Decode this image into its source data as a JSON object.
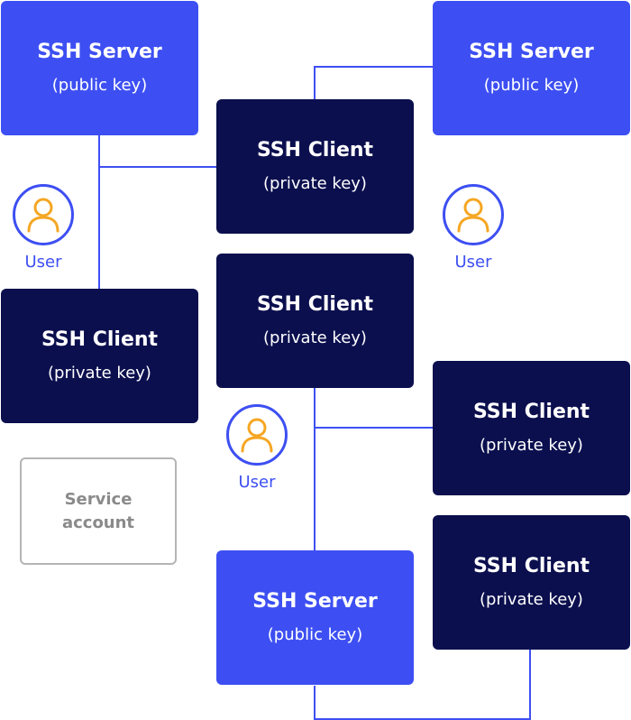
{
  "boxes": {
    "server_top_left": {
      "title": "SSH Server",
      "sub": "(public key)"
    },
    "server_top_right": {
      "title": "SSH Server",
      "sub": "(public key)"
    },
    "client_top_center": {
      "title": "SSH Client",
      "sub": "(private key)"
    },
    "client_left": {
      "title": "SSH Client",
      "sub": "(private key)"
    },
    "client_center": {
      "title": "SSH Client",
      "sub": "(private key)"
    },
    "client_right_mid": {
      "title": "SSH Client",
      "sub": "(private key)"
    },
    "client_right_low": {
      "title": "SSH Client",
      "sub": "(private key)"
    },
    "server_bottom": {
      "title": "SSH Server",
      "sub": "(public key)"
    }
  },
  "users": {
    "left": {
      "label": "User"
    },
    "right": {
      "label": "User"
    },
    "center": {
      "label": "User"
    }
  },
  "service_account": {
    "label": "Service account"
  },
  "colors": {
    "server": "#3d4ff2",
    "client": "#0b0f4e",
    "connector": "#3d4ff2",
    "user_icon": "#f5a623",
    "service_border": "#b5b5b5",
    "service_text": "#8a8a8a"
  }
}
